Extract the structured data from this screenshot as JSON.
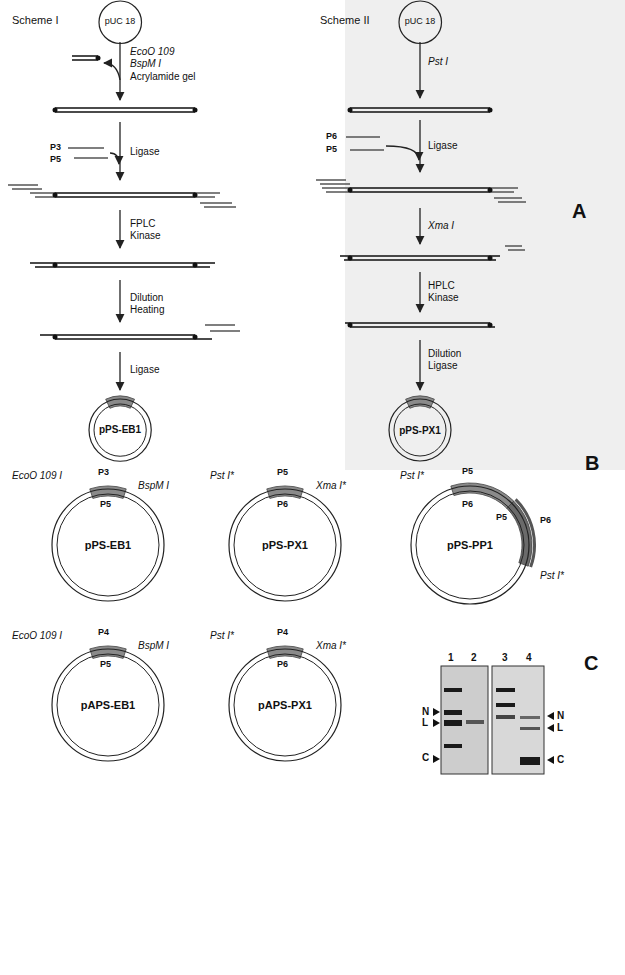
{
  "diagram": {
    "nodes": [
      {
        "text": [
          "pUC 18"
        ]
      },
      {
        "text": [
          "pUC 18"
        ]
      },
      {
        "text": [
          "pPS-EB1"
        ]
      },
      {
        "text": [
          "pPS-PX1"
        ]
      },
      {
        "text": [
          "pPS-EB1"
        ]
      },
      {
        "text": [
          "pPS-PX1"
        ]
      },
      {
        "text": [
          "pPS-PP1"
        ]
      },
      {
        "text": [
          "pAPS-EB1"
        ]
      },
      {
        "text": [
          "pAPS-PX1"
        ]
      }
    ],
    "labels": [
      "Scheme I",
      "Scheme II",
      "EcoO 109",
      "BspM I",
      "Acrylamide gel",
      "P3",
      "P5",
      "Ligase",
      "FPLC Kinase",
      "Dilution Heating",
      "Ligase",
      "Pst I",
      "P6",
      "P5",
      "Ligase",
      "Xma I",
      "HPLC Kinase",
      "Dilution Ligase",
      "A",
      "B",
      "EcoO 109 I",
      "P3",
      "BspM I",
      "P5",
      "Pst I*",
      "P5",
      "Xma I*",
      "P6",
      "Pst I*",
      "P5",
      "P6",
      "P5",
      "P6",
      "Pst I*",
      "EcoO 109 I",
      "P4",
      "BspM I",
      "P5",
      "Pst I*",
      "P4",
      "Xma I*",
      "P6",
      "C",
      "1",
      "2",
      "3",
      "4",
      "N",
      "L",
      "C",
      "N",
      "L",
      "C"
    ]
  }
}
